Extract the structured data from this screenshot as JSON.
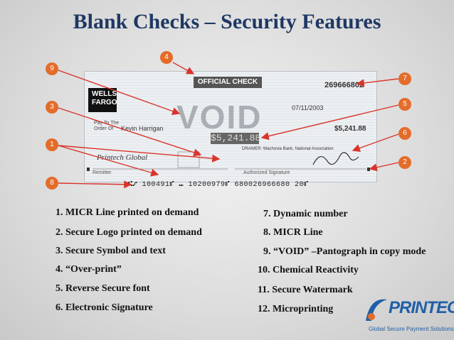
{
  "title": "Blank Checks – Security Features",
  "check": {
    "bank_logo": "WELLS FARGO",
    "official_label": "OFFICIAL CHECK",
    "check_number": "269666802",
    "date": "07/11/2003",
    "void_text": "VOID",
    "pay_to_label": "Pay To The Order Of",
    "payee": "Kevin Harrigan",
    "amount_box": "$5,241.88",
    "amount": "$5,241.88",
    "drawer": "DRAWER: Wachovia Bank, National Association",
    "remitter_name": "Printech Global",
    "remitter_label": "Remitter",
    "auth_signature_label": "Authorized Signature",
    "micr_line": "⑆⑇ 100491⑈ ⑉ 10200979⑈ 680026966680 20⑈"
  },
  "badges": [
    "4",
    "9",
    "7",
    "3",
    "5",
    "6",
    "1",
    "2",
    "8"
  ],
  "features_left": [
    "1.   MICR Line printed on demand",
    "2.   Secure Logo printed on demand",
    "3.   Secure Symbol and text",
    "4.   “Over-print”",
    "5.   Reverse Secure font",
    "6.   Electronic Signature"
  ],
  "features_right": [
    "7. Dynamic number",
    "8. MICR Line",
    "9. “VOID” –Pantograph in copy mode",
    "10. Chemical Reactivity",
    "11. Secure Watermark",
    "12. Microprinting"
  ],
  "brand": {
    "name": "PRINTECH",
    "tagline": "Global Secure Payment Solutions"
  },
  "colors": {
    "title": "#1f3864",
    "badge": "#e46c2a",
    "arrow": "#d9342b",
    "brand": "#1f5fa8"
  }
}
